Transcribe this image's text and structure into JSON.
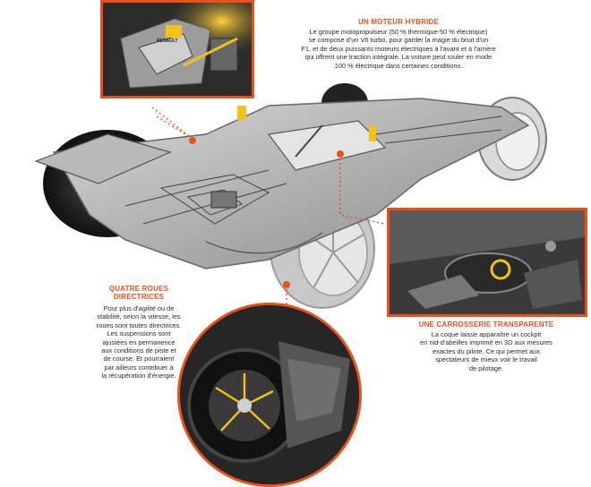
{
  "callouts": {
    "engine": {
      "title": "UN MOTEUR HYBRIDE",
      "lines": [
        "Le groupe motopropulseur (50 % thermique-50 % électrique)",
        "se compose d'un V6 turbo, pour garder la magie du bruit d'un",
        "F1, et de deux puissants moteurs électriques à l'avant et à l'arrière",
        "qui offrent une traction intégrale. La voiture peut rouler en mode",
        "100 % électrique dans certaines conditions."
      ]
    },
    "wheels": {
      "title_lines": [
        "QUATRE ROUES",
        "DIRECTRICES"
      ],
      "lines": [
        "Pour plus d'agilité ou de",
        "stabilité, selon la vitesse, les",
        "roues sont toutes directrices.",
        "Les suspensions sont",
        "ajustées en permanence",
        "aux conditions de piste et",
        "de course. Et pourraient",
        "par ailleurs contribuer à",
        "la récupération d'énergie."
      ]
    },
    "body": {
      "title": "UNE CARROSSERIE TRANSPARENTE",
      "lines": [
        "La coque laisse apparaître un cockpit",
        "en nid-d'abeilles imprimé en 3D aux mesures",
        "exactes du pilote. Ce qui permet aux",
        "spectateurs de mieux voir le travail",
        "de pilotage."
      ]
    }
  },
  "inset_logo": "RENAULT",
  "colors": {
    "accent": "#e8501e",
    "yellow": "#f2c21b",
    "body": "#2a2a2a"
  }
}
